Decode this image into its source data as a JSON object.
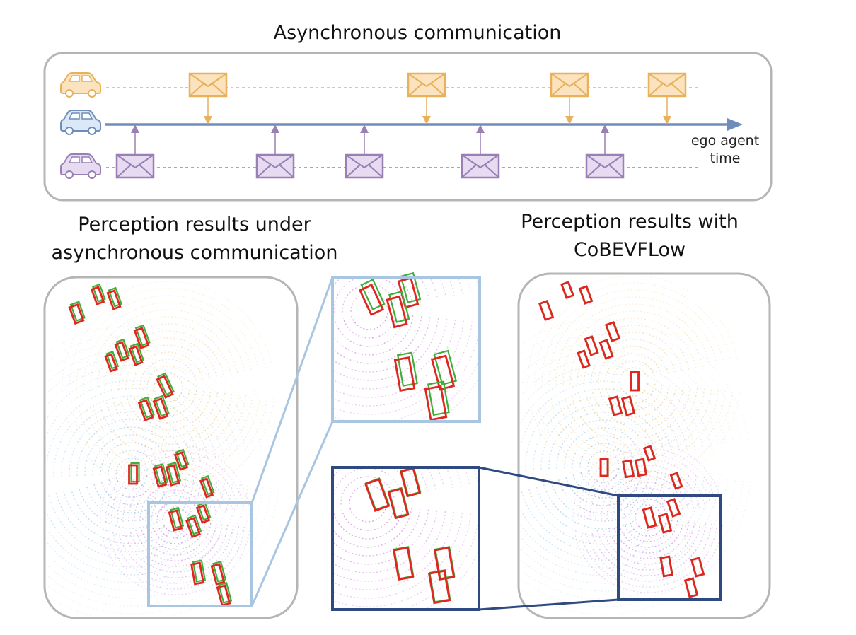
{
  "title": "Asynchronous communication",
  "timeline": {
    "axis_label_line1": "ego agent",
    "axis_label_line2": "time",
    "colors": {
      "agent_top": "#e8b15a",
      "agent_top_fill": "#fbe3bf",
      "ego": "#6f8dba",
      "ego_fill": "#dbe8f7",
      "agent_bottom": "#9a7fb5",
      "agent_bottom_fill": "#e6dbf1"
    },
    "icons": [
      "car-icon",
      "envelope-icon",
      "arrow-icon"
    ]
  },
  "left_panel": {
    "title_line1": "Perception results under",
    "title_line2": "asynchronous communication"
  },
  "right_panel": {
    "title_line1": "Perception results with",
    "title_line2": "CoBEVFLow"
  },
  "box_colors": {
    "prediction": "#e0261f",
    "ground_truth": "#3fae3a",
    "zoom_light": "#a8c6e2",
    "zoom_dark": "#2f4a80",
    "ego_cloud": "#8cc4e4",
    "agent_cloud_yellow": "#efcf8a",
    "agent_cloud_purple": "#d58ae0"
  }
}
